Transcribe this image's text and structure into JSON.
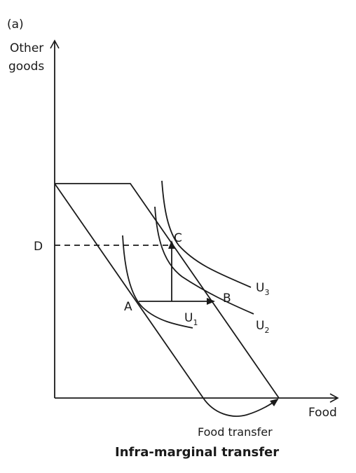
{
  "panel_label": "(a)",
  "axes": {
    "y_label_line1": "Other",
    "y_label_line2": "goods",
    "x_label": "Food"
  },
  "points": {
    "a": "A",
    "b": "B",
    "c": "C",
    "d": "D"
  },
  "curves": {
    "u1": {
      "base": "U",
      "sub": "1"
    },
    "u2": {
      "base": "U",
      "sub": "2"
    },
    "u3": {
      "base": "U",
      "sub": "3"
    }
  },
  "annotation": "Food transfer",
  "title": "Infra-marginal transfer"
}
